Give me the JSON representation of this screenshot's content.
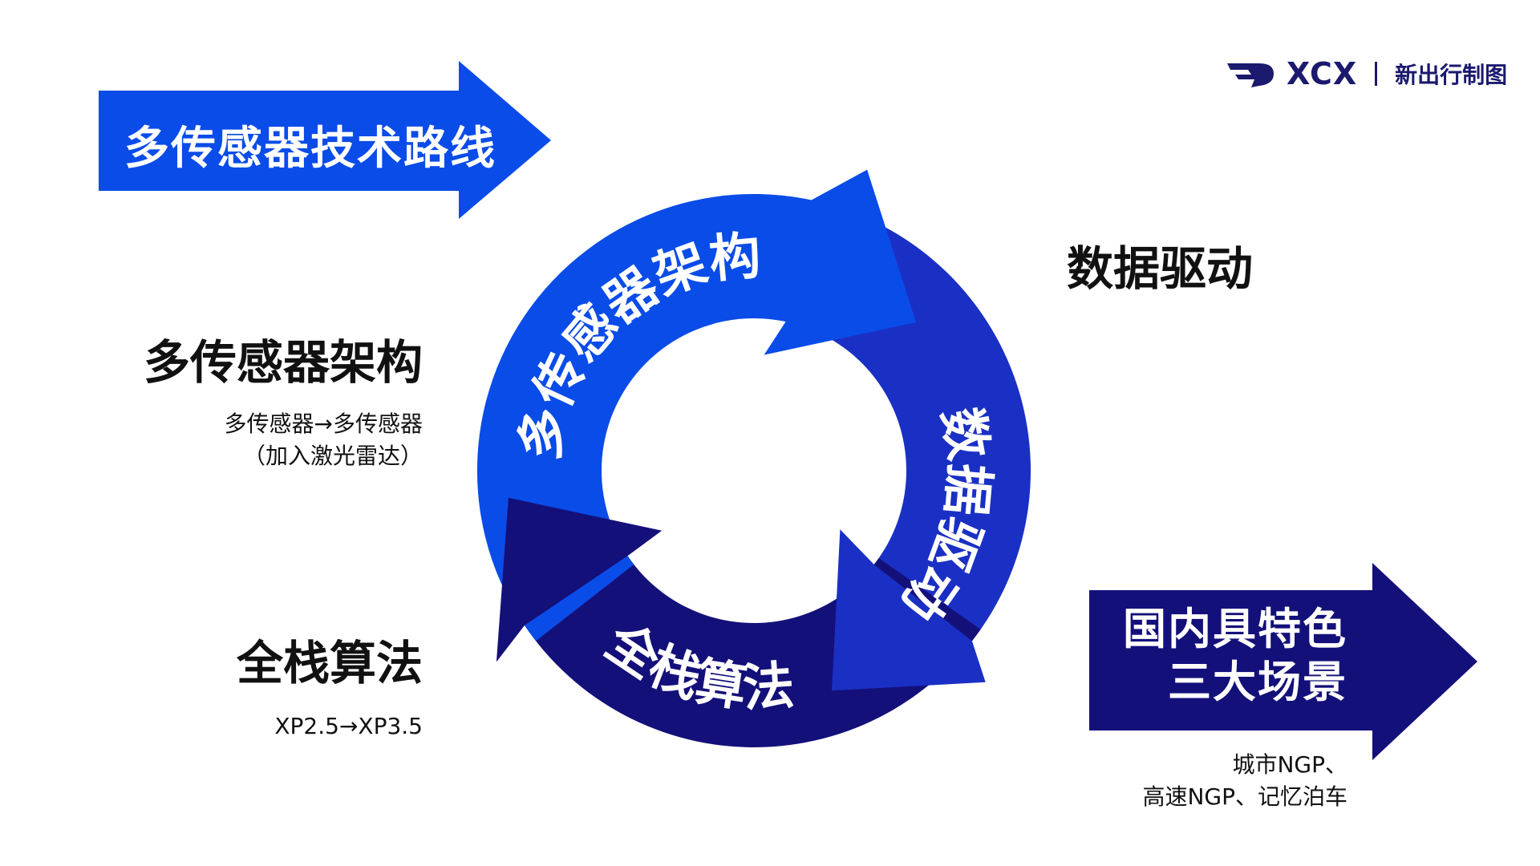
{
  "colors": {
    "blue": "#0a4ce8",
    "medium": "#1a30c4",
    "dark": "#14107a",
    "text": "#111111",
    "logo": "#1b1a6e"
  },
  "logo": {
    "word": "XCX",
    "tagline": "新出行制图"
  },
  "top_arrow": {
    "label": "多传感器技术路线"
  },
  "bottom_arrow": {
    "line1": "国内具特色",
    "line2": "三大场景"
  },
  "cycle": {
    "segment1": "多传感器架构",
    "segment2": "数据驱动",
    "segment3": "全栈算法"
  },
  "labels": {
    "data_driven": "数据驱动",
    "architecture": {
      "title": "多传感器架构",
      "sub1": "多传感器→多传感器",
      "sub2": "（加入激光雷达）"
    },
    "algorithm": {
      "title": "全栈算法",
      "sub1": "XP2.5→XP3.5"
    },
    "scenarios": {
      "sub1": "城市NGP、",
      "sub2": "高速NGP、记忆泊车"
    }
  }
}
